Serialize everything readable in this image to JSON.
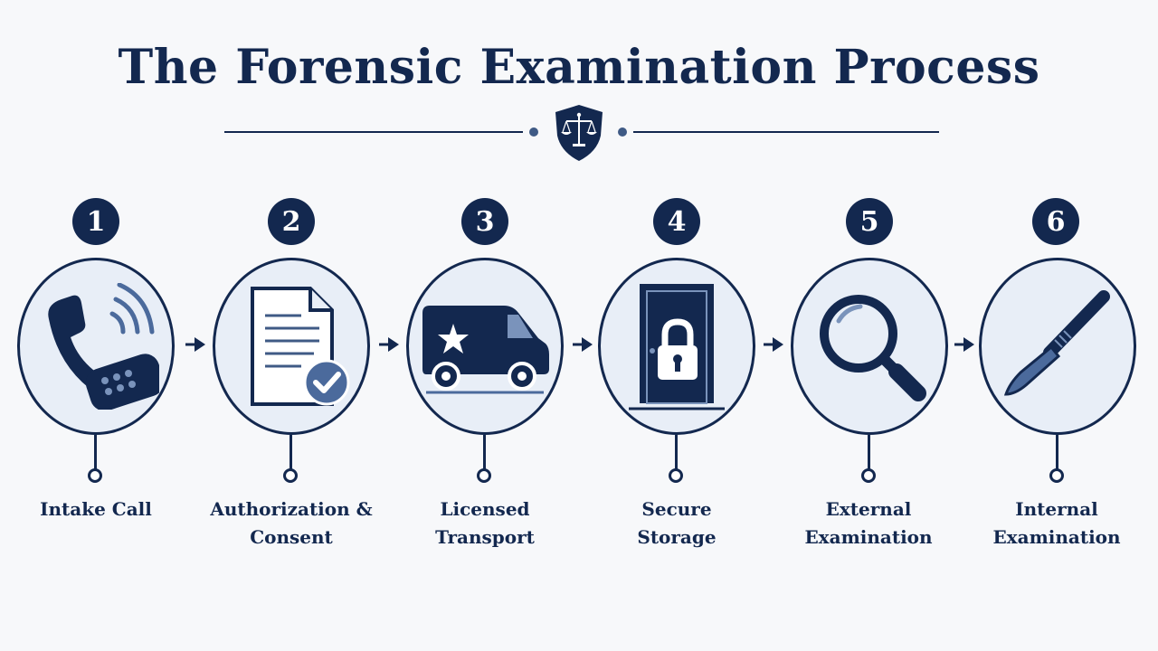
{
  "title": "The Forensic Examination Process",
  "colors": {
    "navy": "#13284f",
    "circle_fill": "#e8eef7",
    "accent": "#3f5a85"
  },
  "emblem_icon": "scales-of-justice-shield-icon",
  "steps": [
    {
      "number": "1",
      "icon": "phone-icon",
      "label_lines": [
        "Intake Call",
        ""
      ]
    },
    {
      "number": "2",
      "icon": "signed-document-icon",
      "label_lines": [
        "Authorization &",
        "Consent"
      ]
    },
    {
      "number": "3",
      "icon": "transport-van-icon",
      "label_lines": [
        "Licensed",
        "Transport"
      ]
    },
    {
      "number": "4",
      "icon": "locked-door-icon",
      "label_lines": [
        "Secure",
        "Storage"
      ]
    },
    {
      "number": "5",
      "icon": "magnifying-glass-icon",
      "label_lines": [
        "External",
        "Examination"
      ]
    },
    {
      "number": "6",
      "icon": "scalpel-icon",
      "label_lines": [
        "Internal",
        "Examination"
      ]
    }
  ]
}
